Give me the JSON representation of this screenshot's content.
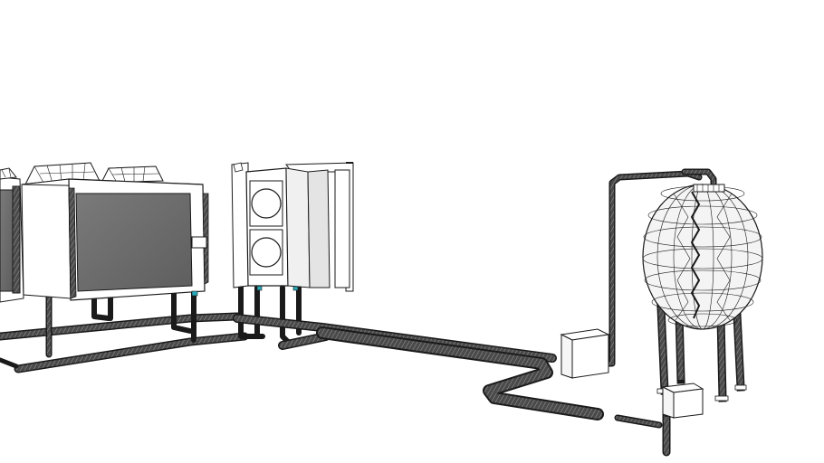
{
  "scene": {
    "kind": "3d-wireframe-model",
    "background": "#ffffff",
    "colors": {
      "line": "#1a1a1a",
      "pipe_fill": "#3a3a3a",
      "coil_panel": "#6b6b6b",
      "unit_face": "#ffffff",
      "tank_face": "#f4f4f4",
      "fitting_accent": "#2aa9b8"
    },
    "components": [
      {
        "id": "condenser-unit-left",
        "icon": "condenser-icon"
      },
      {
        "id": "condenser-unit-main",
        "icon": "condenser-icon"
      },
      {
        "id": "twin-fan-unit",
        "icon": "fan-icon"
      },
      {
        "id": "junction-box-left",
        "icon": "box-icon"
      },
      {
        "id": "spherical-tank",
        "icon": "tank-icon"
      },
      {
        "id": "junction-box-right",
        "icon": "box-icon"
      },
      {
        "id": "piping-network",
        "icon": "pipe-icon"
      }
    ]
  }
}
